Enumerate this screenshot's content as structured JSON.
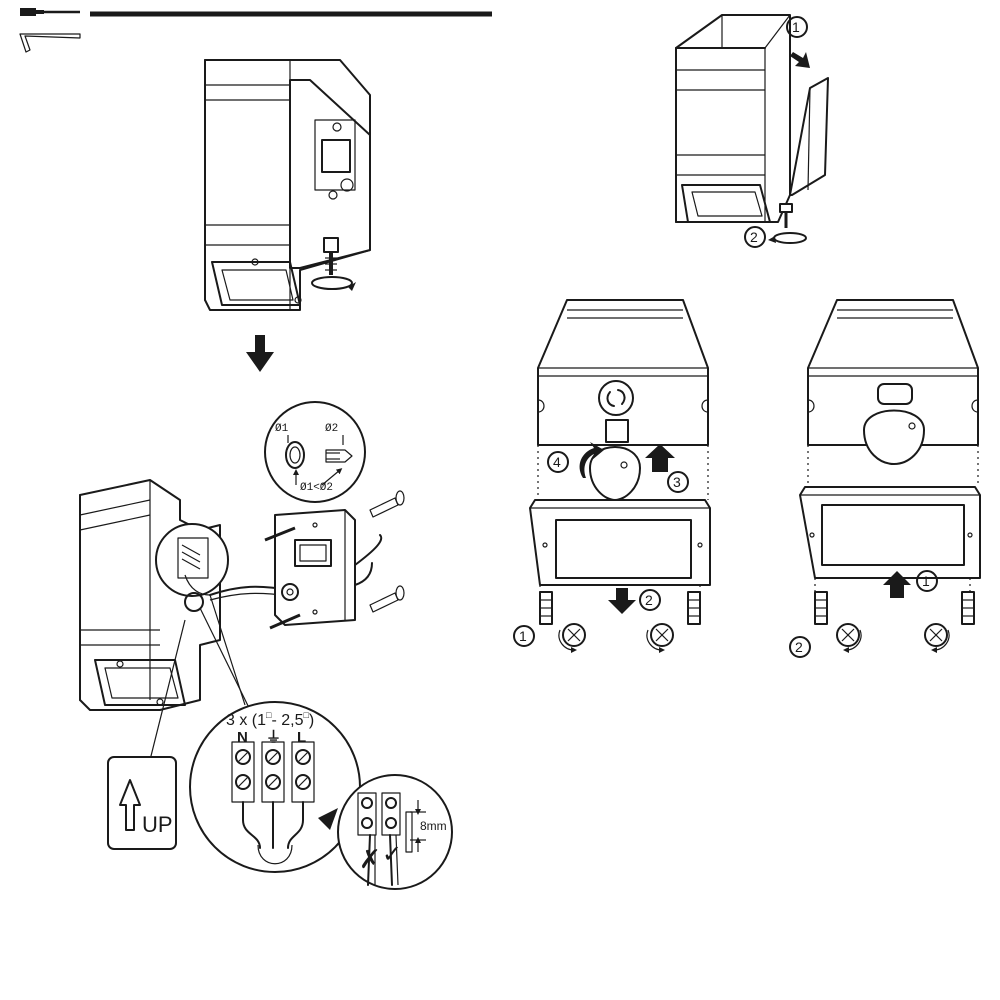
{
  "tools": {
    "screwdriver_icon": "screwdriver-icon",
    "hex_key_icon": "hex-key-icon"
  },
  "steps": {
    "open_housing": {
      "step1": "1",
      "step2": "2"
    },
    "bulb_removal": {
      "step1": "1",
      "step2": "2",
      "step3": "3",
      "step4": "4"
    },
    "bulb_refit": {
      "step1": "1",
      "step2": "2"
    }
  },
  "cable_gland": {
    "d1": "Ø1",
    "d2": "Ø2",
    "rule": "Ø1<Ø2"
  },
  "wiring": {
    "cable_spec": "3 x (1",
    "cable_spec_sup1": "□",
    "cable_spec_mid": "- 2,5",
    "cable_spec_sup2": "□",
    "cable_spec_end": ")",
    "terminal_n": "N",
    "terminal_earth": "⏚",
    "terminal_l": "L",
    "strip_length": "8mm",
    "wrong_mark": "✗",
    "right_mark": "✓"
  },
  "orientation": {
    "label": "UP"
  }
}
